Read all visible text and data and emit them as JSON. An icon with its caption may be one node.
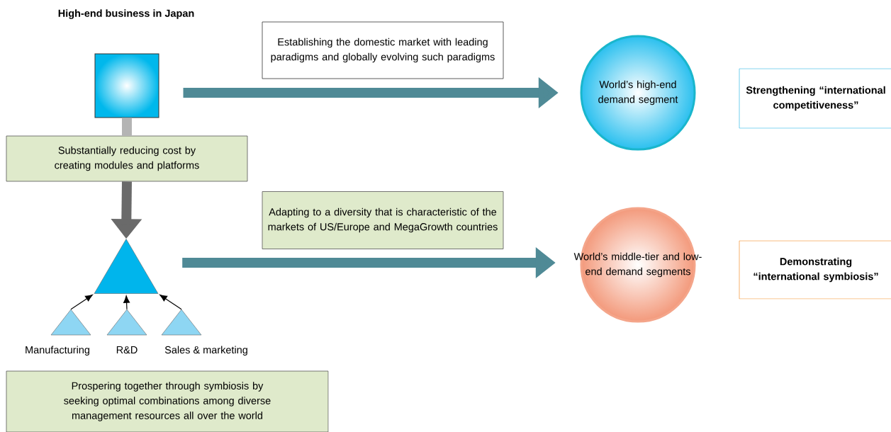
{
  "diagram": {
    "title": "High-end business in Japan",
    "nodes": [
      {
        "text": [],
        "shape": "box"
      },
      {
        "text": [
          "Substantially reducing cost by creating modules and platforms"
        ]
      },
      {
        "text": [],
        "shape": "triangle"
      },
      {
        "text": [],
        "shape": "triangle",
        "beside": [
          "Manufacturing"
        ]
      },
      {
        "text": [],
        "shape": "triangle",
        "beside": [
          "R&D"
        ]
      },
      {
        "text": [],
        "shape": "triangle",
        "beside": [
          "Sales & marketing"
        ]
      },
      {
        "text": [
          "Prospering together through symbiosis by seeking optimal combinations among diverse management resources all over the world"
        ]
      },
      {
        "text": [
          "Establishing the domestic market with leading paradigms and globally evolving such paradigms"
        ]
      },
      {
        "text": [
          "World’s high-end demand segment"
        ]
      },
      {
        "text": [
          "Strengthening “international competitiveness”"
        ]
      },
      {
        "text": [
          "Adapting to a diversity that is characteristic of the markets of US/Europe and MegaGrowth countries"
        ]
      },
      {
        "text": [
          "World’s middle-tier and low-end demand segments"
        ]
      },
      {
        "text": [
          "Demonstrating “international symbiosis”"
        ]
      }
    ],
    "edges": [
      {
        "from": 0,
        "to": 1,
        "arrow": "none",
        "color": "#b4b4b4"
      },
      {
        "from": 1,
        "to": 2,
        "arrow": "to",
        "color": "#6a6a6a"
      },
      {
        "from": 3,
        "to": 2,
        "arrow": "to"
      },
      {
        "from": 4,
        "to": 2,
        "arrow": "to"
      },
      {
        "from": 5,
        "to": 2,
        "arrow": "to"
      },
      {
        "from": 0,
        "to": 8,
        "arrow": "to",
        "color": "#4f8a96"
      },
      {
        "from": 2,
        "to": 11,
        "arrow": "to",
        "color": "#4f8a96"
      }
    ]
  }
}
